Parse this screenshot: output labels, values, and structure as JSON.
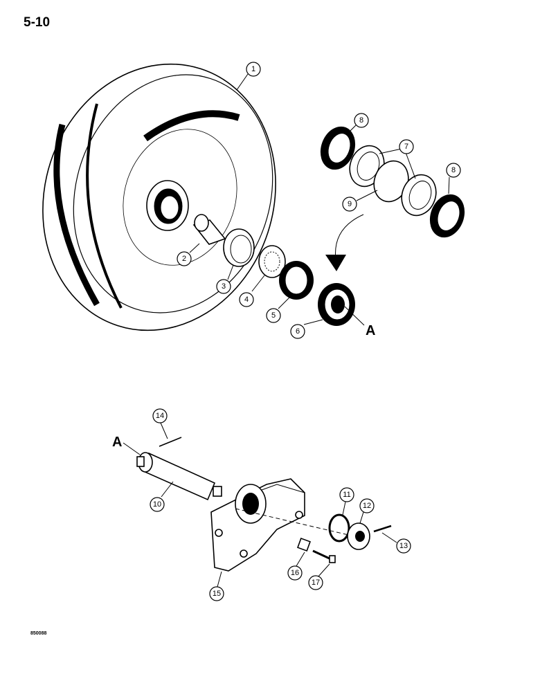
{
  "page_number": "5-10",
  "figure_code": "850088",
  "reference_letters": {
    "top": "A",
    "bottom": "A"
  },
  "callouts": [
    "1",
    "2",
    "3",
    "4",
    "5",
    "6",
    "7",
    "8",
    "8",
    "9",
    "10",
    "11",
    "12",
    "13",
    "14",
    "15",
    "16",
    "17"
  ]
}
